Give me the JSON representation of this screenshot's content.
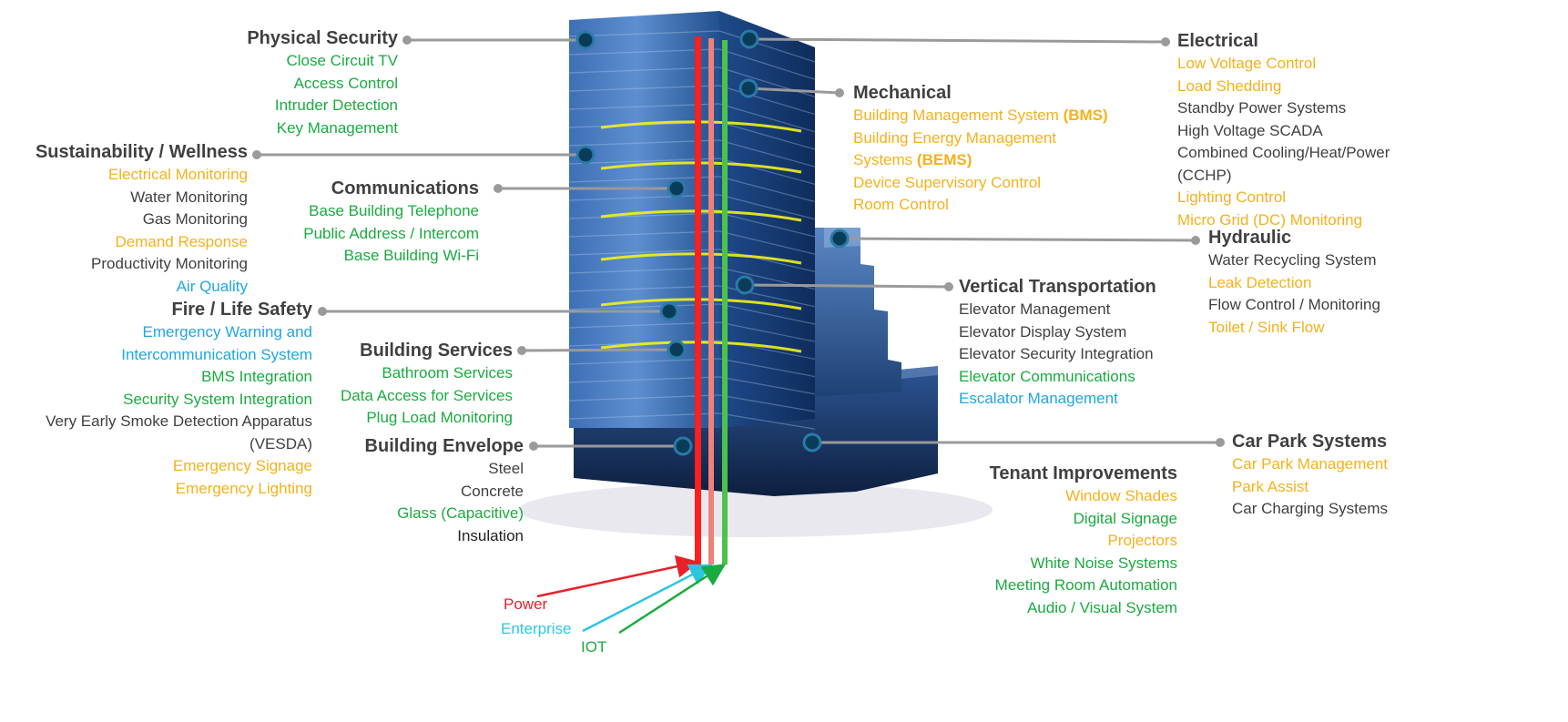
{
  "colors": {
    "title": "#404040",
    "green": "#1aab40",
    "orange": "#f5b11a",
    "gray": "#404040",
    "blue": "#1ea7e1",
    "black": "#222222",
    "power_line": "#ff1f1f",
    "enterprise_line": "#f08078",
    "iot_line": "#4cc24c",
    "enterprise_arrow": "#3cc8e0",
    "floor_glow": "#f2f21a"
  },
  "groups": [
    {
      "id": "physical_security",
      "title": "Physical Security",
      "items": [
        {
          "text": "Close Circuit TV",
          "color": "green"
        },
        {
          "text": "Access Control",
          "color": "green"
        },
        {
          "text": "Intruder Detection",
          "color": "green"
        },
        {
          "text": "Key Management",
          "color": "green"
        }
      ]
    },
    {
      "id": "sustainability",
      "title": "Sustainability / Wellness",
      "items": [
        {
          "text": "Electrical Monitoring",
          "color": "orange"
        },
        {
          "text": "Water Monitoring",
          "color": "gray"
        },
        {
          "text": "Gas Monitoring",
          "color": "gray"
        },
        {
          "text": "Demand Response",
          "color": "orange"
        },
        {
          "text": "Productivity Monitoring",
          "color": "gray"
        },
        {
          "text": "Air Quality",
          "color": "blue"
        }
      ]
    },
    {
      "id": "communications",
      "title": "Communications",
      "items": [
        {
          "text": "Base Building Telephone",
          "color": "green"
        },
        {
          "text": "Public Address / Intercom",
          "color": "green"
        },
        {
          "text": "Base Building Wi-Fi",
          "color": "green"
        }
      ]
    },
    {
      "id": "fire_life_safety",
      "title": "Fire / Life Safety",
      "items": [
        {
          "text": "Emergency Warning  and",
          "color": "blue"
        },
        {
          "text": "Intercommunication System",
          "color": "blue"
        },
        {
          "text": "BMS Integration",
          "color": "green"
        },
        {
          "text": "Security System Integration",
          "color": "green"
        },
        {
          "text": "Very Early Smoke Detection Apparatus",
          "color": "gray"
        },
        {
          "text": "(VESDA)",
          "color": "gray"
        },
        {
          "text": "Emergency Signage",
          "color": "orange"
        },
        {
          "text": "Emergency Lighting",
          "color": "orange"
        }
      ]
    },
    {
      "id": "building_services",
      "title": "Building Services",
      "items": [
        {
          "text": "Bathroom Services",
          "color": "green"
        },
        {
          "text": "Data Access for Services",
          "color": "green"
        },
        {
          "text": "Plug Load Monitoring",
          "color": "green"
        }
      ]
    },
    {
      "id": "building_envelope",
      "title": "Building Envelope",
      "items": [
        {
          "text": "Steel",
          "color": "gray"
        },
        {
          "text": "Concrete",
          "color": "gray"
        },
        {
          "text": "Glass (Capacitive)",
          "color": "green"
        },
        {
          "text": "Insulation",
          "color": "black"
        }
      ]
    },
    {
      "id": "mechanical",
      "title": "Mechanical",
      "items": [
        {
          "text": "Building Management System",
          "bold": "(BMS)",
          "color": "orange"
        },
        {
          "text": "Building Energy Management",
          "color": "orange"
        },
        {
          "text": "Systems",
          "bold": "(BEMS)",
          "color": "orange"
        },
        {
          "text": "Device Supervisory Control",
          "color": "orange"
        },
        {
          "text": "Room Control",
          "color": "orange"
        }
      ]
    },
    {
      "id": "vertical_transportation",
      "title": "Vertical Transportation",
      "items": [
        {
          "text": "Elevator Management",
          "color": "gray"
        },
        {
          "text": "Elevator Display System",
          "color": "gray"
        },
        {
          "text": "Elevator Security Integration",
          "color": "gray"
        },
        {
          "text": "Elevator Communications",
          "color": "green"
        },
        {
          "text": "Escalator Management",
          "color": "blue"
        }
      ]
    },
    {
      "id": "tenant_improvements",
      "title": "Tenant Improvements",
      "items": [
        {
          "text": "Window Shades",
          "color": "orange"
        },
        {
          "text": "Digital Signage",
          "color": "green"
        },
        {
          "text": "Projectors",
          "color": "orange"
        },
        {
          "text": "White Noise Systems",
          "color": "green"
        },
        {
          "text": "Meeting Room Automation",
          "color": "green"
        },
        {
          "text": "Audio / Visual System",
          "color": "green"
        }
      ]
    },
    {
      "id": "electrical",
      "title": "Electrical",
      "items": [
        {
          "text": "Low Voltage Control",
          "color": "orange"
        },
        {
          "text": "Load Shedding",
          "color": "orange"
        },
        {
          "text": "Standby Power  Systems",
          "color": "gray"
        },
        {
          "text": "High Voltage SCADA",
          "color": "gray"
        },
        {
          "text": "Combined Cooling/Heat/Power",
          "color": "gray"
        },
        {
          "text": "(CCHP)",
          "color": "gray"
        },
        {
          "text": "Lighting Control",
          "color": "orange"
        },
        {
          "text": "Micro Grid (DC) Monitoring",
          "color": "orange"
        }
      ]
    },
    {
      "id": "hydraulic",
      "title": "Hydraulic",
      "items": [
        {
          "text": "Water Recycling System",
          "color": "gray"
        },
        {
          "text": "Leak Detection",
          "color": "orange"
        },
        {
          "text": "Flow Control / Monitoring",
          "color": "gray"
        },
        {
          "text": "Toilet / Sink Flow",
          "color": "orange"
        }
      ]
    },
    {
      "id": "car_park",
      "title": "Car Park Systems",
      "items": [
        {
          "text": "Car Park Management",
          "color": "orange"
        },
        {
          "text": "Park Assist",
          "color": "orange"
        },
        {
          "text": "Car Charging Systems",
          "color": "gray"
        }
      ]
    }
  ],
  "legend": [
    {
      "id": "power",
      "label": "Power",
      "color": "#e8202a"
    },
    {
      "id": "enterprise",
      "label": "Enterprise",
      "color": "#2cc6e0"
    },
    {
      "id": "iot",
      "label": "IOT",
      "color": "#1aab40"
    }
  ]
}
